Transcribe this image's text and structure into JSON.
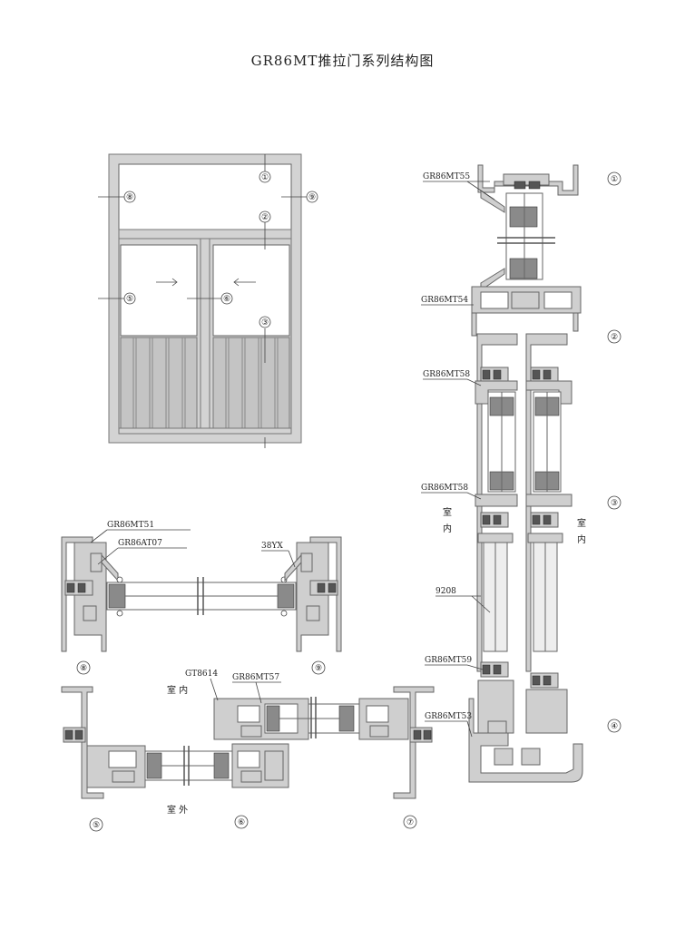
{
  "title": "GR86MT推拉门系列结构图",
  "elevation": {
    "markers": [
      "①",
      "②",
      "③",
      "⑤",
      "⑥",
      "⑧",
      "⑨"
    ],
    "arrows": [
      "→",
      "←"
    ]
  },
  "vertical_section": {
    "labels": [
      "GR86MT55",
      "GR86MT54",
      "GR86MT58",
      "GR86MT58",
      "9208",
      "GR86MT59",
      "GR86MT53"
    ],
    "markers": [
      "①",
      "②",
      "③",
      "④"
    ],
    "side_left": [
      "室",
      "内"
    ],
    "side_right": [
      "室",
      "内"
    ]
  },
  "side_section": {
    "labels": [
      "GR86MT51",
      "GR86AT07",
      "38YX"
    ],
    "markers": [
      "⑧",
      "⑨"
    ]
  },
  "bottom_section": {
    "labels": [
      "GT8614",
      "GR86MT57"
    ],
    "indoor": "室  内",
    "outdoor": "室  外",
    "markers": [
      "⑤",
      "⑥",
      "⑦"
    ]
  }
}
